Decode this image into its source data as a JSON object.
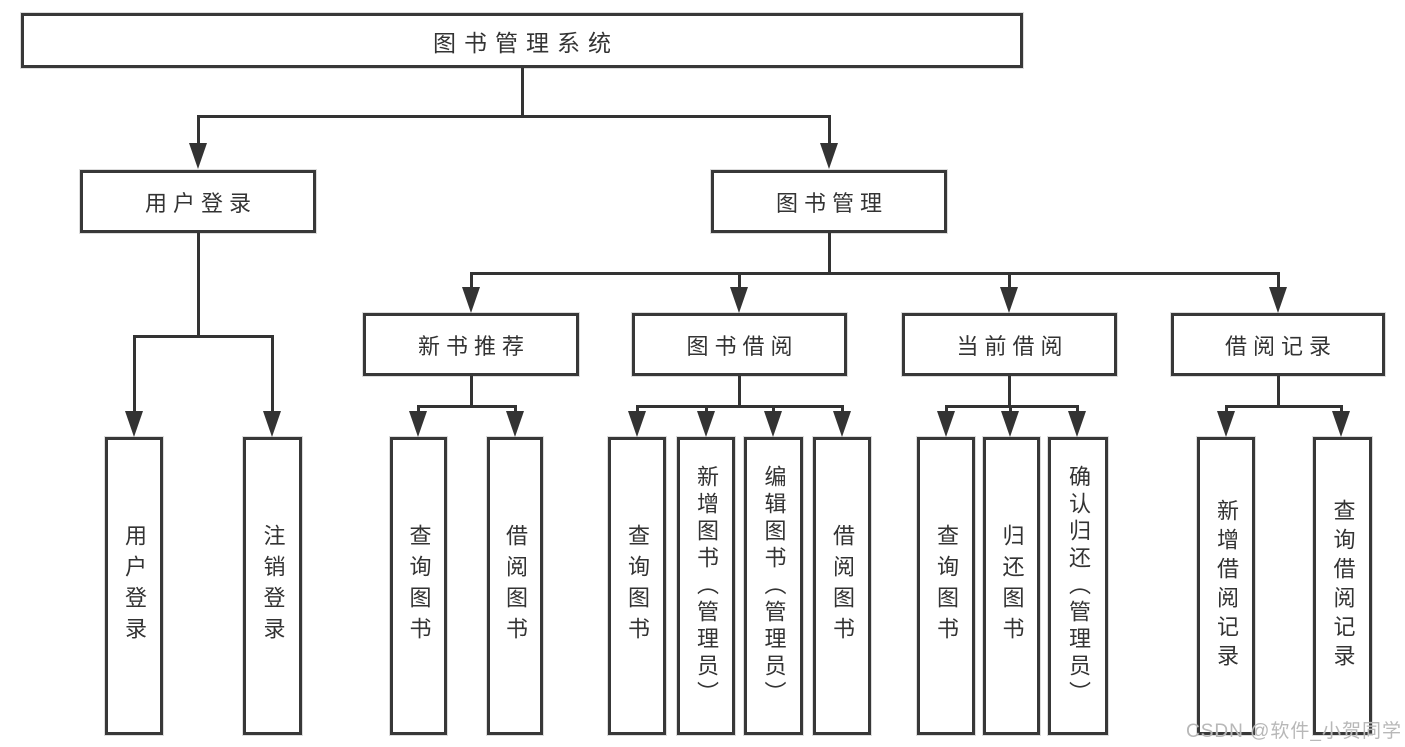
{
  "tree": {
    "label": "图书管理系统",
    "children": [
      {
        "label": "用户登录",
        "children": [
          {
            "label": "用户登录"
          },
          {
            "label": "注销登录"
          }
        ]
      },
      {
        "label": "图书管理",
        "children": [
          {
            "label": "新书推荐",
            "children": [
              {
                "label": "查询图书"
              },
              {
                "label": "借阅图书"
              }
            ]
          },
          {
            "label": "图书借阅",
            "children": [
              {
                "label": "查询图书"
              },
              {
                "label": "新增图书（管理员）"
              },
              {
                "label": "编辑图书（管理员）"
              },
              {
                "label": "借阅图书"
              }
            ]
          },
          {
            "label": "当前借阅",
            "children": [
              {
                "label": "查询图书"
              },
              {
                "label": "归还图书"
              },
              {
                "label": "确认归还（管理员）"
              }
            ]
          },
          {
            "label": "借阅记录",
            "children": [
              {
                "label": "新增借阅记录"
              },
              {
                "label": "查询借阅记录"
              }
            ]
          }
        ]
      }
    ]
  },
  "watermark": {
    "text": "CSDN @软件_小贺同学"
  },
  "colors": {
    "line": "#333333",
    "box_border": "#383838",
    "text": "#333333",
    "background": "#ffffff",
    "watermark": "#b8b8b8"
  }
}
